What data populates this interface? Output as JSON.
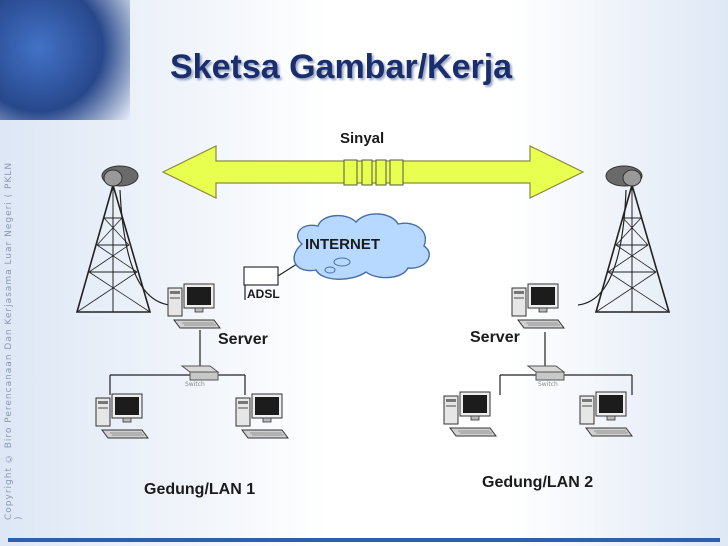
{
  "slide": {
    "title": "Sketsa Gambar/Kerja",
    "side_text": "Copyright © Biro Perencanaan Dan Kerjasama Luar Negeri ( PKLN )"
  },
  "diagram": {
    "signal_label": "Sinyal",
    "cloud_label": "INTERNET",
    "modem_label": "ADSL",
    "server_left_label": "Server",
    "server_right_label": "Server",
    "switch_left_label": "Switch",
    "switch_right_label": "Switch",
    "lan_left_label": "Gedung/LAN 1",
    "lan_right_label": "Gedung/LAN 2"
  },
  "colors": {
    "arrow_fill": "#e8ff50",
    "title": "#1a2e6e",
    "accent": "#2d5fb0"
  }
}
